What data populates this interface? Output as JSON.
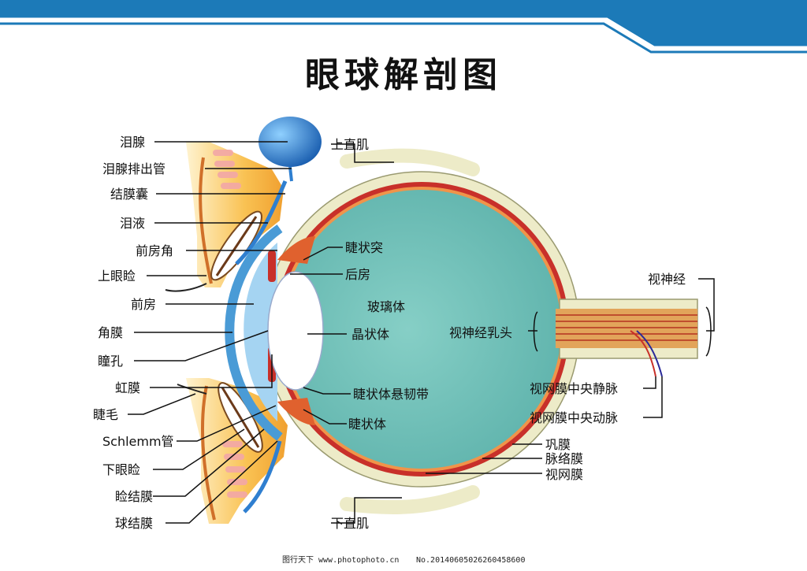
{
  "title": "眼球解剖图",
  "labels_left": {
    "lacrimal_gland": "泪腺",
    "lacrimal_duct": "泪腺排出管",
    "conjunctival_sac": "结膜囊",
    "tears": "泪液",
    "anterior_chamber_angle": "前房角",
    "upper_eyelid": "上眼睑",
    "anterior_chamber": "前房",
    "cornea": "角膜",
    "pupil": "瞳孔",
    "iris": "虹膜",
    "eyelash": "睫毛",
    "schlemm_canal": "Schlemm管",
    "lower_eyelid": "下眼睑",
    "palpebral_conjunctiva": "睑结膜",
    "bulbar_conjunctiva": "球结膜"
  },
  "labels_center": {
    "superior_rectus": "上直肌",
    "ciliary_process": "睫状突",
    "posterior_chamber": "后房",
    "vitreous_body": "玻璃体",
    "lens": "晶状体",
    "optic_disc": "视神经乳头",
    "zonule": "睫状体悬韧带",
    "ciliary_body": "睫状体",
    "inferior_rectus": "下直肌"
  },
  "labels_right": {
    "optic_nerve": "视神经",
    "central_retinal_vein": "视网膜中央静脉",
    "central_retinal_artery": "视网膜中央动脉",
    "sclera": "巩膜",
    "choroid": "脉络膜",
    "retina": "视网膜"
  },
  "footer": {
    "site": "图行天下 www.photophoto.cn",
    "number": "No.20140605026260458600"
  },
  "colors": {
    "banner_blue": "#1C7AB8",
    "vitreous": "#7CC6BE",
    "sclera": "#EDEBC8",
    "choroid": "#C8302A",
    "cornea": "#4A9BD6",
    "gland": "#2F7FD0",
    "skin": "#F6B040"
  }
}
